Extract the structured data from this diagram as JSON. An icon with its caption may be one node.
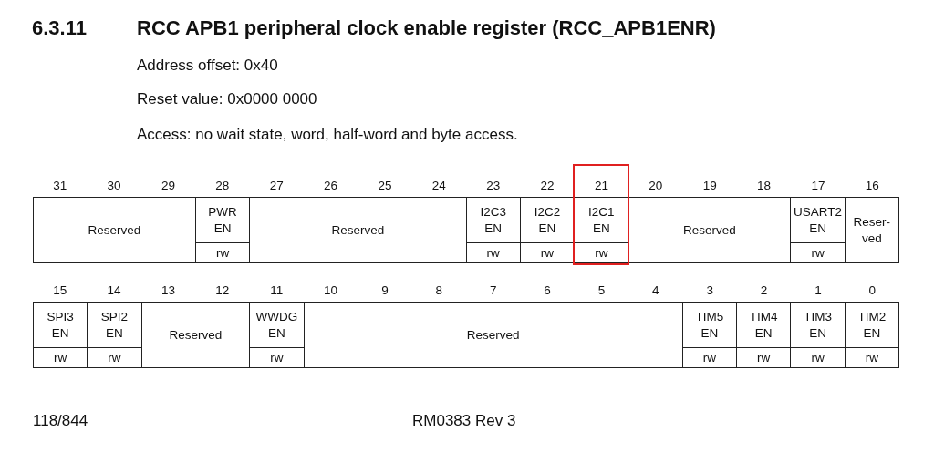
{
  "diagram": {
    "title": "RCC APB1 peripheral clock enable register (RCC_APB1ENR)",
    "labels": [
      "6.3.11",
      "Address offset: 0x40",
      "Reset value: 0x0000 0000",
      "Access: no wait state, word, half-word and byte access.",
      "31",
      "30",
      "29",
      "28",
      "27",
      "26",
      "25",
      "24",
      "23",
      "22",
      "21",
      "20",
      "19",
      "18",
      "17",
      "16",
      "Reserved",
      "PWR EN",
      "Reserved",
      "I2C3 EN",
      "I2C2 EN",
      "I2C1 EN",
      "Reserved",
      "USART2 EN",
      "Reser-ved",
      "rw",
      "rw",
      "rw",
      "rw",
      "rw",
      "15",
      "14",
      "13",
      "12",
      "11",
      "10",
      "9",
      "8",
      "7",
      "6",
      "5",
      "4",
      "3",
      "2",
      "1",
      "0",
      "SPI3 EN",
      "SPI2 EN",
      "Reserved",
      "WWDG EN",
      "Reserved",
      "TIM5 EN",
      "TIM4 EN",
      "TIM3 EN",
      "TIM2 EN",
      "rw",
      "rw",
      "rw",
      "rw",
      "rw",
      "rw",
      "rw",
      "118/844",
      "RM0383 Rev 3"
    ]
  }
}
